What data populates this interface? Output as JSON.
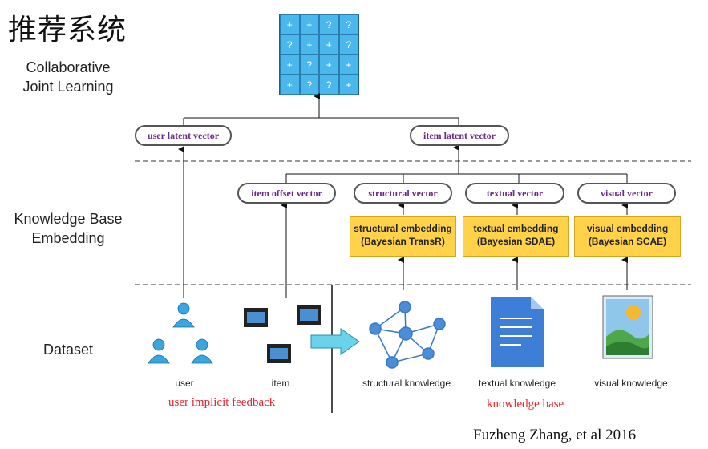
{
  "title": "推荐系统",
  "layers": {
    "collab": [
      "Collaborative",
      "Joint Learning"
    ],
    "kbe": [
      "Knowledge Base",
      "Embedding"
    ],
    "dataset": "Dataset"
  },
  "matrix": [
    [
      "+",
      "+",
      "?",
      "?"
    ],
    [
      "?",
      "+",
      "+",
      "?"
    ],
    [
      "+",
      "?",
      "+",
      "+"
    ],
    [
      "+",
      "?",
      "?",
      "+"
    ]
  ],
  "pills": {
    "user_latent": "user latent vector",
    "item_latent": "item latent vector",
    "item_offset": "item offset vector",
    "structural": "structural vector",
    "textual": "textual vector",
    "visual": "visual vector"
  },
  "embeddings": {
    "structural": [
      "structural embedding",
      "(Bayesian TransR)"
    ],
    "textual": [
      "textual embedding",
      "(Bayesian SDAE)"
    ],
    "visual": [
      "visual embedding",
      "(Bayesian SCAE)"
    ]
  },
  "captions": {
    "user": "user",
    "item": "item",
    "structural": "structural knowledge",
    "textual": "textual knowledge",
    "visual": "visual knowledge"
  },
  "groups": {
    "feedback": "user implicit feedback",
    "kb": "knowledge base"
  },
  "credit": "Fuzheng Zhang, et al  2016",
  "colors": {
    "pill_text": "#6a2a8a",
    "embedding_fill": "#ffd24a",
    "matrix_cell": "#4ab8ec",
    "group_label": "#e8242c"
  }
}
